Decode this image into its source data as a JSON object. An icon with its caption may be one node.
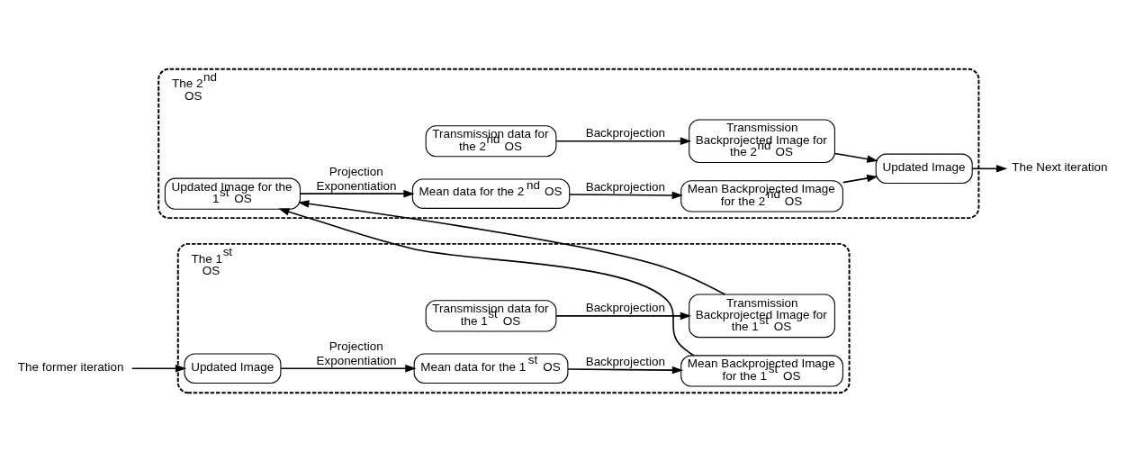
{
  "diagram": {
    "nodes": [
      {
        "text": [
          "The 1$^{st}$ OS"
        ]
      },
      {
        "text": [
          "Transmission data for the 1$^{st}$ OS"
        ],
        "in": 0
      },
      {
        "text": [
          "Transmission Backprojected Image for the 1$^{st}$ OS"
        ],
        "in": 0
      },
      {
        "text": [
          "The former iteration"
        ]
      },
      {
        "text": [
          "Updated Image"
        ],
        "in": 0
      },
      {
        "text": [
          "Mean data for the 1$^{st}$ OS"
        ],
        "in": 0
      },
      {
        "text": [
          "Mean Backprojected Image for the 1$^{st}$ OS"
        ],
        "in": 0
      },
      {
        "text": [
          "The 2$^{nd}$ OS"
        ]
      },
      {
        "text": [
          "Transmission data for the 2$^{nd}$ OS"
        ],
        "in": 7
      },
      {
        "text": [
          "Transmission Backprojected Image for the 2$^{nd}$ OS"
        ],
        "in": 7
      },
      {
        "text": [
          "Updated Image for the 1$^{st}$ OS"
        ],
        "in": 7
      },
      {
        "text": [
          "Mean data for the 2$^{nd}$ OS"
        ],
        "in": 7
      },
      {
        "text": [
          "Mean Backprojected Image for the 2$^{nd}$ OS"
        ],
        "in": 7
      },
      {
        "text": [
          "Updated Image"
        ],
        "in": 7
      },
      {
        "text": [
          "The Next iteration"
        ]
      }
    ],
    "edges": [
      {
        "from": 1,
        "to": 2,
        "arrow": "to",
        "label": "Backprojection"
      },
      {
        "from": 3,
        "to": 4,
        "arrow": "to"
      },
      {
        "from": 4,
        "to": 5,
        "arrow": "to",
        "label": "Projection Exponentiation"
      },
      {
        "from": 5,
        "to": 6,
        "arrow": "to",
        "label": "Backprojection"
      },
      {
        "from": 2,
        "to": 10,
        "arrow": "to"
      },
      {
        "from": 6,
        "to": 10,
        "arrow": "to"
      },
      {
        "from": 8,
        "to": 9,
        "arrow": "to",
        "label": "Backprojection"
      },
      {
        "from": 10,
        "to": 11,
        "arrow": "to",
        "label": "Projection Exponentiation"
      },
      {
        "from": 11,
        "to": 12,
        "arrow": "to",
        "label": "Backprojection"
      },
      {
        "from": 9,
        "to": 13,
        "arrow": "to"
      },
      {
        "from": 12,
        "to": 13,
        "arrow": "to"
      },
      {
        "from": 13,
        "to": 14,
        "arrow": "to"
      }
    ]
  }
}
